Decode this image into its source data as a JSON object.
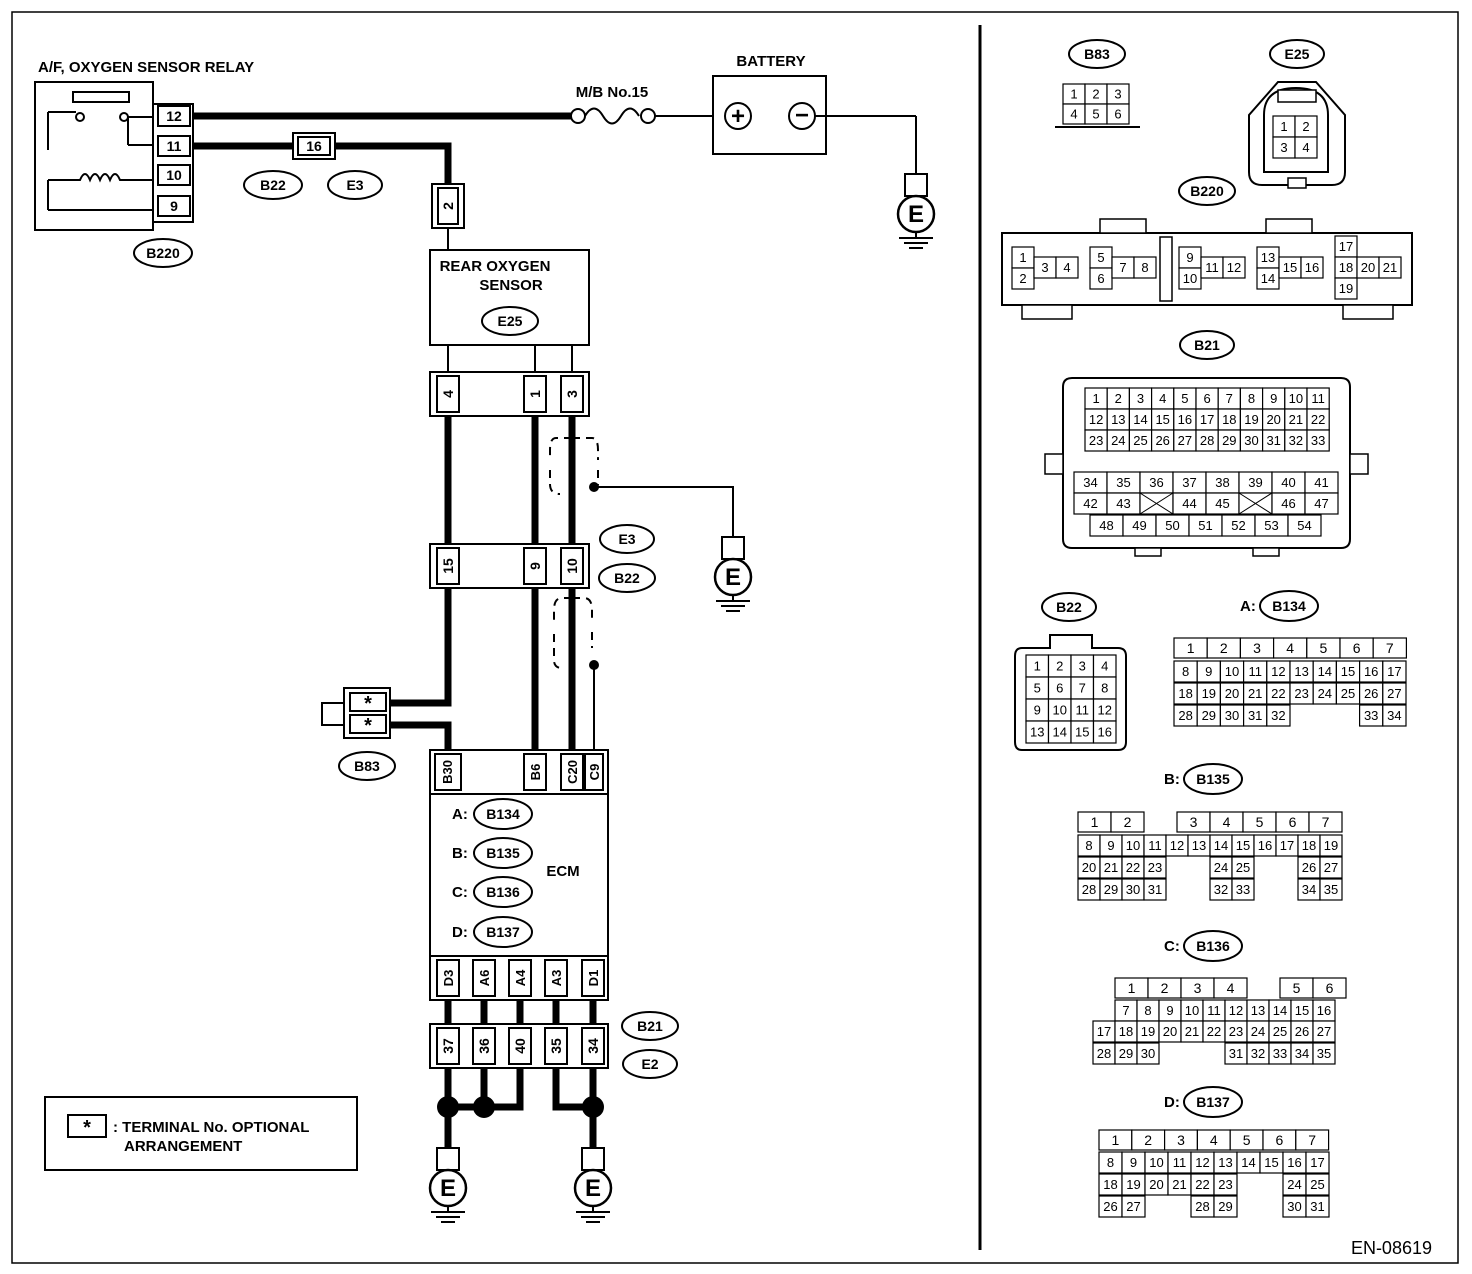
{
  "relay": {
    "title": "A/F, OXYGEN SENSOR RELAY",
    "pins": [
      "12",
      "11",
      "10",
      "9"
    ],
    "connector": "B220"
  },
  "fuse": {
    "label": "M/B No.15"
  },
  "battery": {
    "label": "BATTERY",
    "plus": "+",
    "minus": "−"
  },
  "inline_connector": {
    "pin": "16",
    "tags": [
      "B22",
      "E3"
    ]
  },
  "sensor": {
    "title_line1": "REAR OXYGEN",
    "title_line2": "SENSOR",
    "connector": "E25",
    "top_pin": "2",
    "pins": [
      "4",
      "1",
      "3"
    ]
  },
  "mid_connector": {
    "pins": [
      "15",
      "9",
      "10"
    ],
    "tags": [
      "E3",
      "B22"
    ]
  },
  "b83_box": {
    "rows": [
      "*",
      "*"
    ],
    "tag": "B83"
  },
  "ecm": {
    "label": "ECM",
    "top_pins": [
      "B30",
      "B6",
      "C20",
      "C9"
    ],
    "connectors": [
      {
        "prefix": "A:",
        "code": "B134"
      },
      {
        "prefix": "B:",
        "code": "B135"
      },
      {
        "prefix": "C:",
        "code": "B136"
      },
      {
        "prefix": "D:",
        "code": "B137"
      }
    ],
    "bottom_pins": [
      "D3",
      "A6",
      "A4",
      "A3",
      "D1"
    ]
  },
  "ground_connector": {
    "pins": [
      "37",
      "36",
      "40",
      "35",
      "34"
    ],
    "tags": [
      "B21",
      "E2"
    ]
  },
  "ground_symbol": "E",
  "legend": {
    "symbol": "*",
    "line1": ": TERMINAL No. OPTIONAL",
    "line2": "ARRANGEMENT"
  },
  "views": {
    "b83": {
      "code": "B83",
      "rows": [
        [
          "1",
          "2",
          "3"
        ],
        [
          "4",
          "5",
          "6"
        ]
      ]
    },
    "e25": {
      "code": "E25",
      "rows": [
        [
          "1",
          "2"
        ],
        [
          "3",
          "4"
        ]
      ]
    },
    "b220": {
      "code": "B220",
      "pins": [
        "1",
        "2",
        "3",
        "4",
        "5",
        "6",
        "7",
        "8",
        "9",
        "10",
        "11",
        "12",
        "13",
        "14",
        "15",
        "16",
        "17",
        "18",
        "19",
        "20",
        "21"
      ]
    },
    "b21": {
      "code": "B21",
      "rows": [
        [
          "1",
          "2",
          "3",
          "4",
          "5",
          "6",
          "7",
          "8",
          "9",
          "10",
          "11"
        ],
        [
          "12",
          "13",
          "14",
          "15",
          "16",
          "17",
          "18",
          "19",
          "20",
          "21",
          "22"
        ],
        [
          "23",
          "24",
          "25",
          "26",
          "27",
          "28",
          "29",
          "30",
          "31",
          "32",
          "33"
        ],
        [
          "34",
          "35",
          "36",
          "37",
          "38",
          "39",
          "40",
          "41"
        ],
        [
          "42",
          "43",
          "",
          "44",
          "45",
          "",
          "46",
          "47"
        ],
        [
          "48",
          "49",
          "50",
          "51",
          "52",
          "53",
          "54"
        ]
      ]
    },
    "b22": {
      "code": "B22",
      "rows": [
        [
          "1",
          "2",
          "3",
          "4"
        ],
        [
          "5",
          "6",
          "7",
          "8"
        ],
        [
          "9",
          "10",
          "11",
          "12"
        ],
        [
          "13",
          "14",
          "15",
          "16"
        ]
      ]
    },
    "b134": {
      "prefix": "A:",
      "code": "B134",
      "rows": [
        [
          "1",
          "2",
          "3",
          "4",
          "5",
          "6",
          "7"
        ],
        [
          "8",
          "9",
          "10",
          "11",
          "12",
          "13",
          "14",
          "15",
          "16",
          "17"
        ],
        [
          "18",
          "19",
          "20",
          "21",
          "22",
          "23",
          "24",
          "25",
          "26",
          "27"
        ],
        [
          "28",
          "29",
          "30",
          "31",
          "32",
          "",
          "",
          "",
          "33",
          "34"
        ]
      ]
    },
    "b135": {
      "prefix": "B:",
      "code": "B135",
      "rows": [
        [
          "1",
          "2",
          "",
          "3",
          "4",
          "5",
          "6",
          "7"
        ],
        [
          "8",
          "9",
          "10",
          "11",
          "12",
          "13",
          "14",
          "15",
          "16",
          "17",
          "18",
          "19"
        ],
        [
          "20",
          "21",
          "22",
          "23",
          "",
          "",
          "24",
          "25",
          "",
          "",
          "26",
          "27"
        ],
        [
          "28",
          "29",
          "30",
          "31",
          "",
          "",
          "32",
          "33",
          "",
          "",
          "34",
          "35"
        ]
      ]
    },
    "b136": {
      "prefix": "C:",
      "code": "B136",
      "rows": [
        [
          "1",
          "2",
          "3",
          "4",
          "",
          "5",
          "6"
        ],
        [
          "7",
          "8",
          "9",
          "10",
          "11",
          "12",
          "13",
          "14",
          "15",
          "16"
        ],
        [
          "17",
          "18",
          "19",
          "20",
          "21",
          "22",
          "23",
          "24",
          "25",
          "26",
          "27"
        ],
        [
          "28",
          "29",
          "30",
          "",
          "",
          "",
          "31",
          "32",
          "33",
          "34",
          "35"
        ]
      ]
    },
    "b137": {
      "prefix": "D:",
      "code": "B137",
      "rows": [
        [
          "1",
          "2",
          "3",
          "4",
          "5",
          "6",
          "7"
        ],
        [
          "8",
          "9",
          "10",
          "11",
          "12",
          "13",
          "14",
          "15",
          "16",
          "17"
        ],
        [
          "18",
          "19",
          "20",
          "21",
          "22",
          "23",
          "",
          "",
          "24",
          "25"
        ],
        [
          "26",
          "27",
          "",
          "",
          "28",
          "29",
          "",
          "",
          "30",
          "31"
        ]
      ]
    }
  },
  "figure_id": "EN-08619"
}
